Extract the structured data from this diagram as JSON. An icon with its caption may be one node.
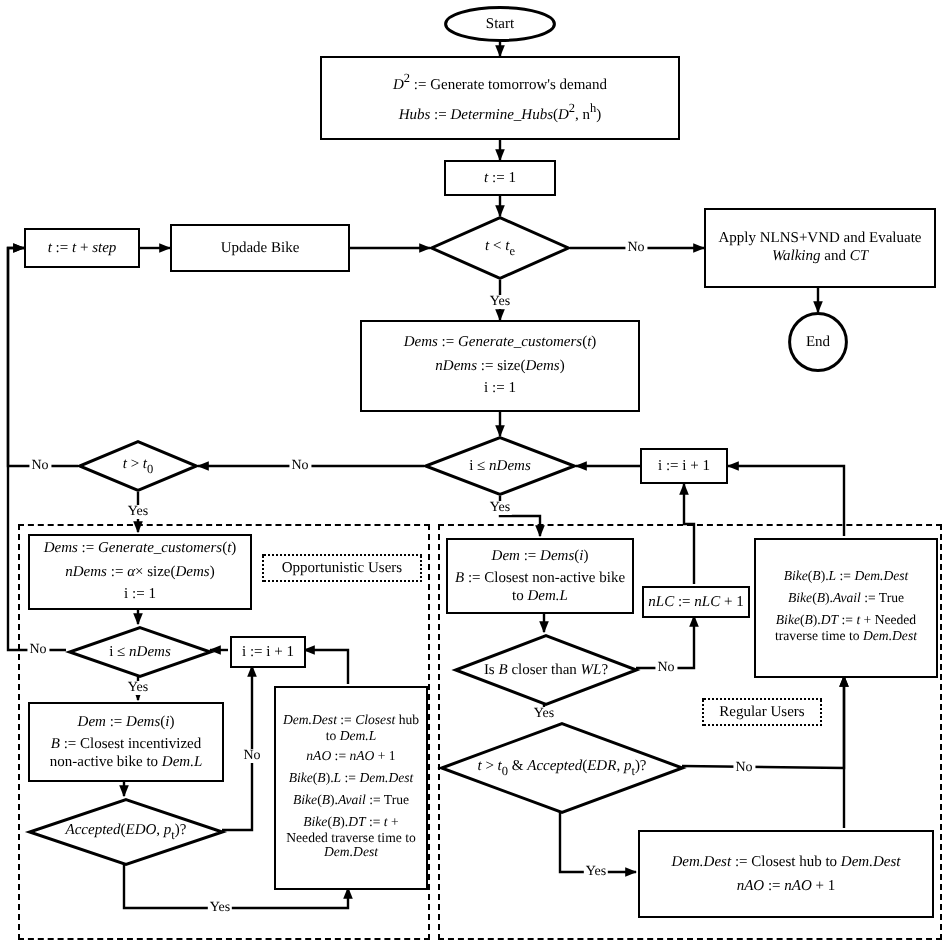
{
  "diagram": {
    "nodes": [
      {
        "text": [
          "Start"
        ]
      },
      {
        "text": [
          "*D*$^{2}$ := Generate tomorrow's demand",
          "*Hubs* := *Determine_Hubs*(*D*$^{2}$, n$^{h}$)"
        ]
      },
      {
        "text": [
          "*t* := 1"
        ]
      },
      {
        "text": [
          "*t* < *t*$_{e}$"
        ]
      },
      {
        "text": [
          "Updade Bike"
        ]
      },
      {
        "text": [
          "*t* := *t* + *step*"
        ]
      },
      {
        "text": [
          "Apply NLNS+VND and Evaluate *Walking* and *CT*"
        ]
      },
      {
        "text": [
          "End"
        ]
      },
      {
        "text": [
          "*Dems* := *Generate_customers*(*t*)",
          "*nDems* := size(*Dems*)",
          "i := 1"
        ]
      },
      {
        "text": [
          "i ≤ *nDems*"
        ]
      },
      {
        "text": [
          "i := i + 1"
        ]
      },
      {
        "text": [
          "*t* > *t*$_{0}$"
        ]
      },
      {
        "text": [],
        "shape": "box"
      },
      {
        "text": [
          "Opportunistic Users"
        ],
        "in": 12
      },
      {
        "text": [],
        "shape": "box"
      },
      {
        "text": [
          "Regular Users"
        ],
        "in": 14
      },
      {
        "text": [
          "*Dems* := *Generate_customers*(*t*)",
          "*nDems* := *α*× size(*Dems*)",
          "i := 1"
        ],
        "in": 12
      },
      {
        "text": [
          "i ≤ *nDems*"
        ],
        "in": 12
      },
      {
        "text": [
          "i := i + 1"
        ],
        "in": 12
      },
      {
        "text": [
          "*Dem* := *Dems*(*i*)",
          "*B* := Closest incentivized non-active bike to *Dem.L*"
        ],
        "in": 12
      },
      {
        "text": [
          "*Accepted*(*EDO*, *p*$_{t}$)?"
        ],
        "in": 12
      },
      {
        "text": [
          "*Dem.Dest* := *Closest* hub to *Dem.L*",
          "*nAO* := *nAO* + 1",
          "*Bike*(*B*).*L* := *Dem.Dest*",
          "*Bike*(*B*).*Avail* := True",
          "*Bike*(*B*).*DT* := *t* + Needed traverse time to *Dem.Dest*"
        ],
        "in": 12
      },
      {
        "text": [
          "*Dem* := *Dems*(*i*)",
          "*B* := Closest non-active bike to *Dem.L*"
        ],
        "in": 14
      },
      {
        "text": [
          "*nLC* := *nLC* + 1"
        ],
        "in": 14
      },
      {
        "text": [
          "*Bike*(*B*).*L* := *Dem.Dest*",
          "*Bike*(*B*).*Avail* := True",
          "*Bike*(*B*).*DT* := *t* + Needed traverse time to *Dem.Dest*"
        ],
        "in": 14
      },
      {
        "text": [
          "Is *B* closer than *WL*?"
        ],
        "in": 14
      },
      {
        "text": [
          "*t* > *t*$_{0}$ & *Accepted*(*EDR*, *p*$_{t}$)?"
        ],
        "in": 14
      },
      {
        "text": [
          "*Dem.Dest* := Closest hub to *Dem.Dest*",
          "*nAO* := *nAO* + 1"
        ],
        "in": 14
      }
    ],
    "edges": [
      {
        "from": 0,
        "to": 1,
        "arrow": "to"
      },
      {
        "from": 1,
        "to": 2,
        "arrow": "to"
      },
      {
        "from": 2,
        "to": 3,
        "arrow": "to"
      },
      {
        "from": 3,
        "to": 6,
        "arrow": "to",
        "label": "No"
      },
      {
        "from": 6,
        "to": 7,
        "arrow": "to"
      },
      {
        "from": 5,
        "to": 4,
        "arrow": "to"
      },
      {
        "from": 4,
        "to": 3,
        "arrow": "to"
      },
      {
        "from": 3,
        "to": 8,
        "arrow": "to",
        "label": "Yes"
      },
      {
        "from": 8,
        "to": 9,
        "arrow": "to"
      },
      {
        "from": 9,
        "to": 11,
        "arrow": "to",
        "label": "No"
      },
      {
        "from": 9,
        "to": 22,
        "arrow": "to",
        "label": "Yes"
      },
      {
        "from": 10,
        "to": 9,
        "arrow": "to"
      },
      {
        "from": 11,
        "to": 5,
        "arrow": "to",
        "label": "No"
      },
      {
        "from": 11,
        "to": 16,
        "arrow": "to",
        "label": "Yes"
      },
      {
        "from": 16,
        "to": 17,
        "arrow": "to"
      },
      {
        "from": 17,
        "to": 5,
        "arrow": "to",
        "label": "No"
      },
      {
        "from": 17,
        "to": 19,
        "arrow": "to",
        "label": "Yes"
      },
      {
        "from": 19,
        "to": 20,
        "arrow": "to"
      },
      {
        "from": 20,
        "to": 18,
        "arrow": "to",
        "label": "No"
      },
      {
        "from": 20,
        "to": 21,
        "arrow": "to",
        "label": "Yes"
      },
      {
        "from": 21,
        "to": 18,
        "arrow": "to"
      },
      {
        "from": 18,
        "to": 17,
        "arrow": "to"
      },
      {
        "from": 22,
        "to": 25,
        "arrow": "to"
      },
      {
        "from": 25,
        "to": 23,
        "arrow": "to",
        "label": "No"
      },
      {
        "from": 23,
        "to": 10,
        "arrow": "to"
      },
      {
        "from": 25,
        "to": 26,
        "arrow": "to",
        "label": "Yes"
      },
      {
        "from": 26,
        "to": 24,
        "arrow": "to",
        "label": "No"
      },
      {
        "from": 26,
        "to": 27,
        "arrow": "to",
        "label": "Yes"
      },
      {
        "from": 27,
        "to": 24,
        "arrow": "to"
      },
      {
        "from": 24,
        "to": 10,
        "arrow": "to"
      }
    ]
  }
}
